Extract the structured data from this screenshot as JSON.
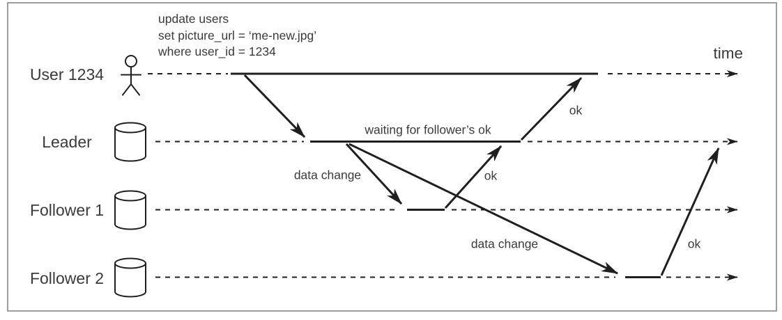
{
  "figure": {
    "query": [
      "update users",
      "set picture_url = ‘me-new.jpg’",
      "where user_id = 1234"
    ],
    "time_label": "time",
    "actors": [
      {
        "id": "user",
        "label": "User 1234",
        "icon": "person"
      },
      {
        "id": "leader",
        "label": "Leader",
        "icon": "database"
      },
      {
        "id": "follower1",
        "label": "Follower 1",
        "icon": "database"
      },
      {
        "id": "follower2",
        "label": "Follower 2",
        "icon": "database"
      }
    ],
    "annotations": {
      "waiting_note": "waiting for follower’s ok",
      "data_change_to_follower1": "data change",
      "ok_from_leader_to_user": "ok",
      "ok_from_follower1": "ok",
      "data_change_to_follower2": "data change",
      "ok_from_follower2": "ok"
    },
    "colors": {
      "line": "#1f1f1f",
      "text": "#3a3a3a",
      "frame_border": "#9d9d9d",
      "background": "#ffffff"
    }
  }
}
